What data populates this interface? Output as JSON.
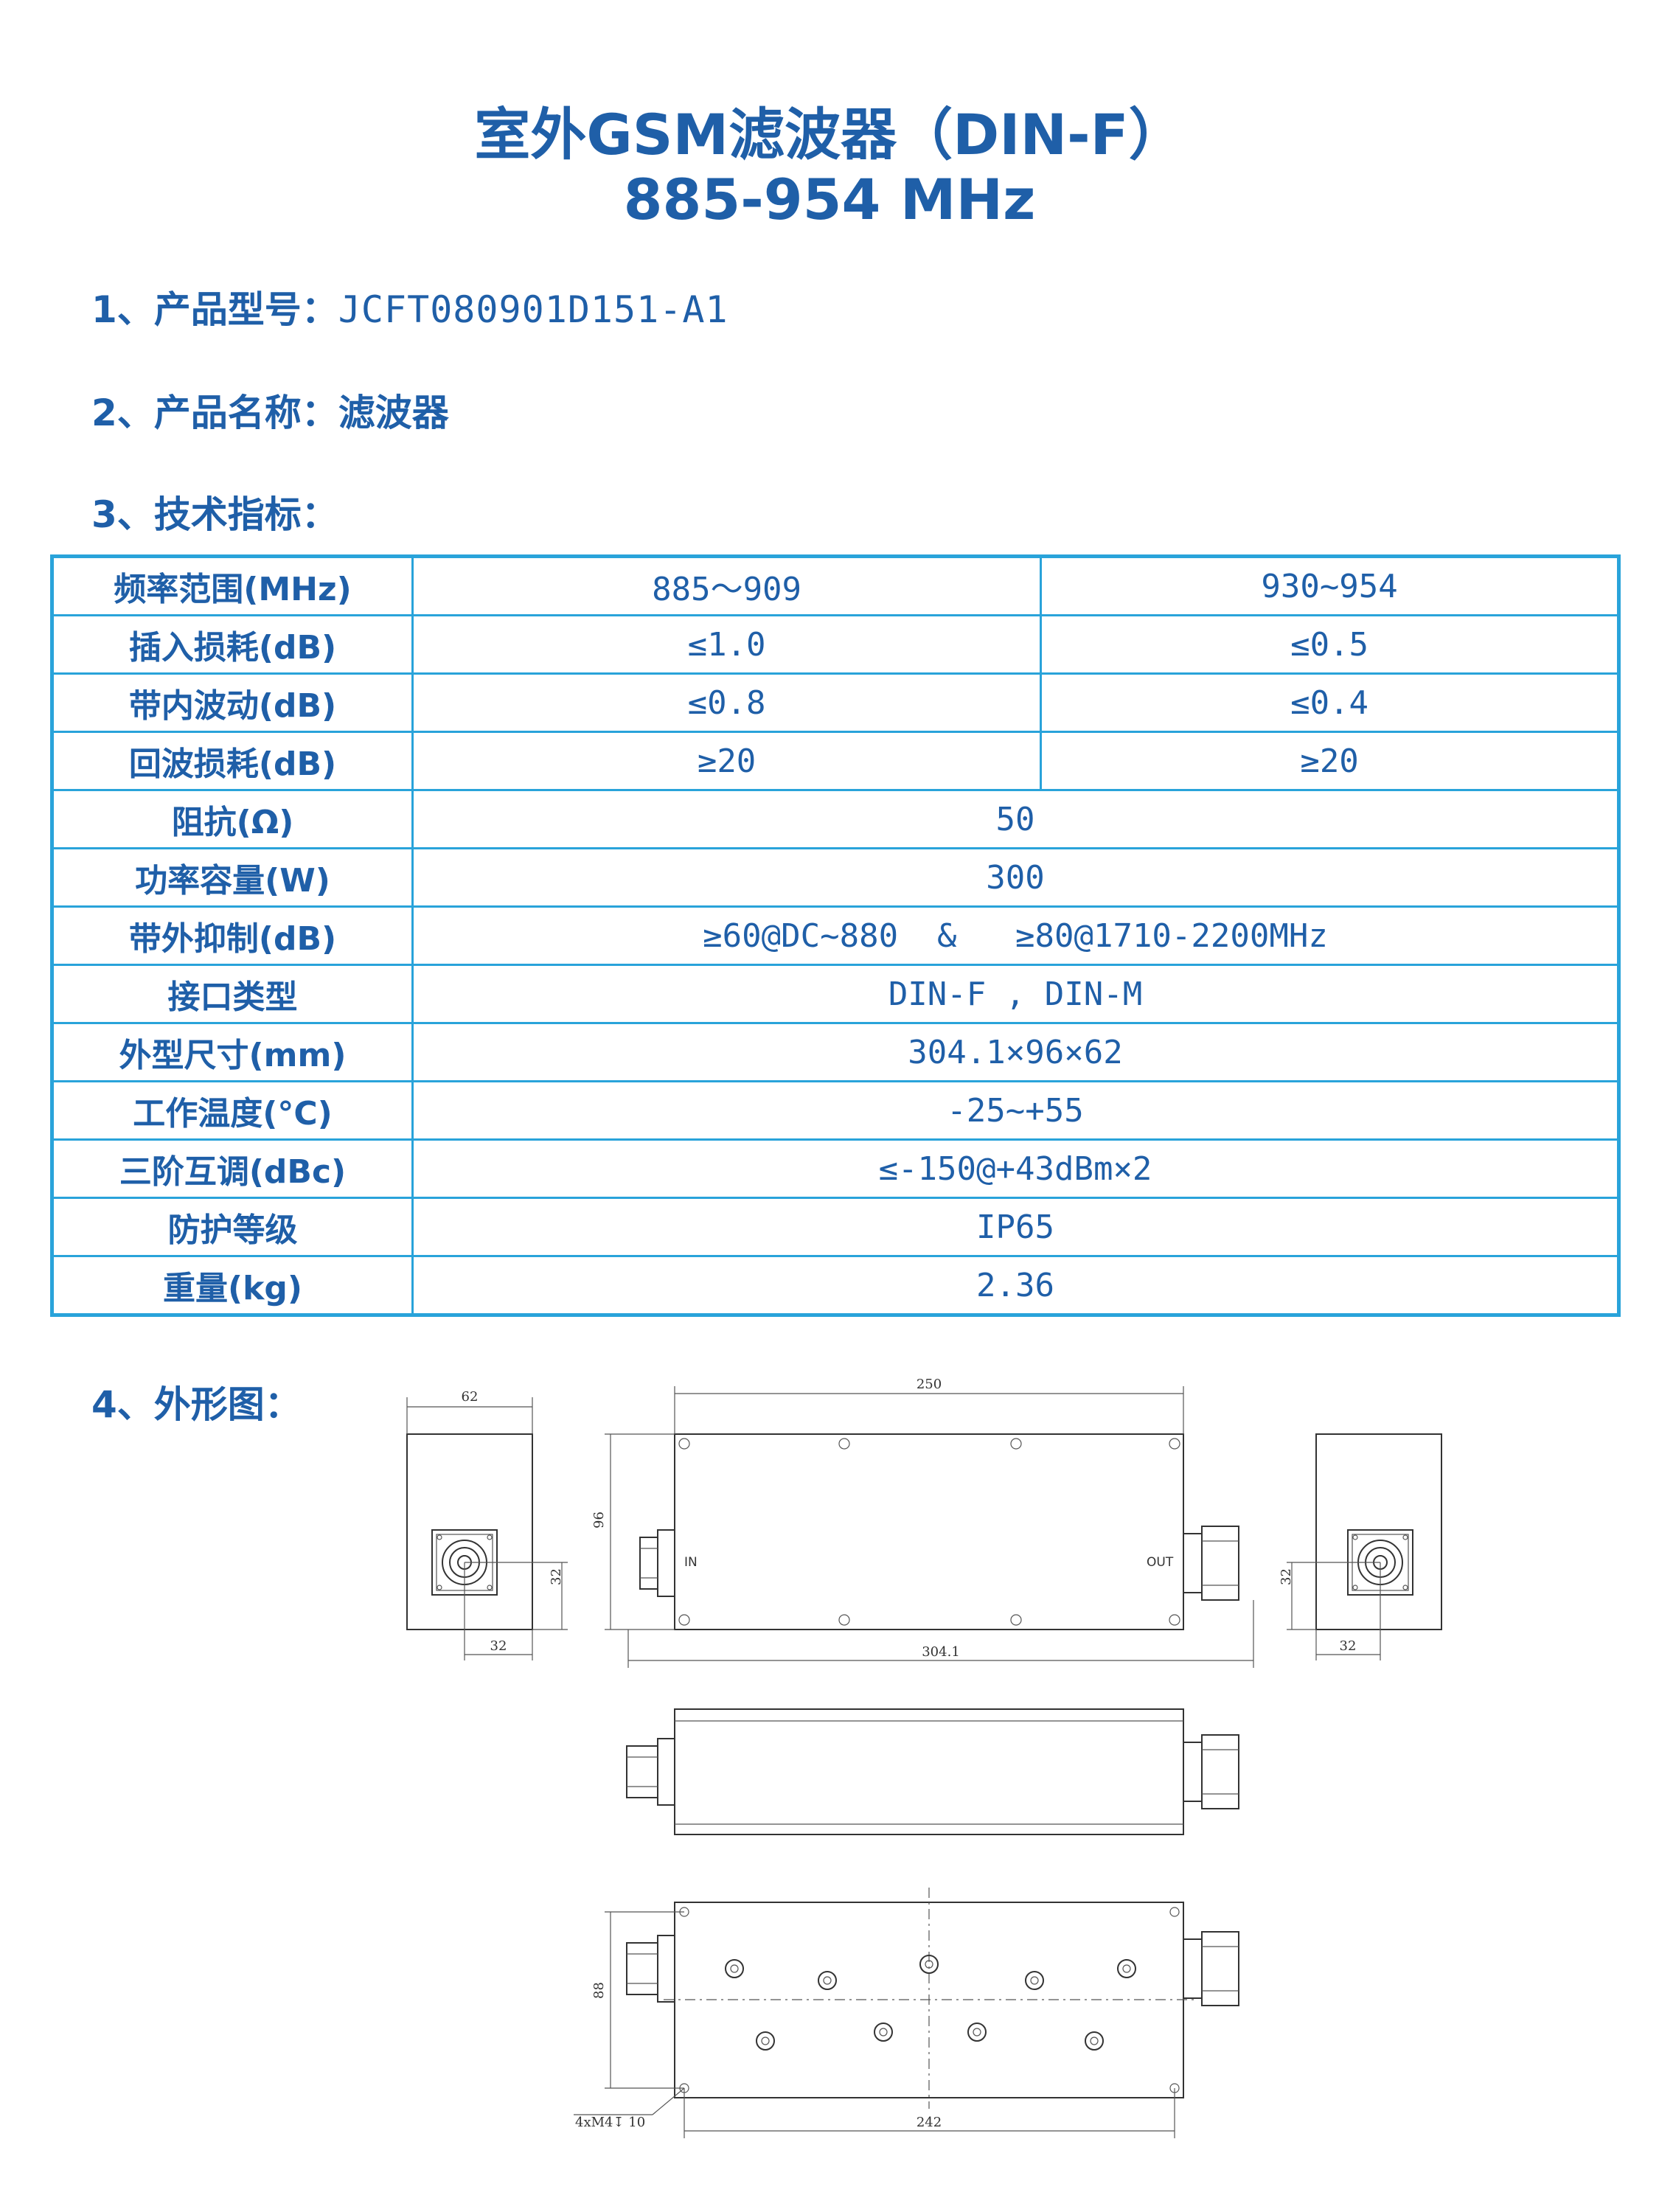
{
  "title": {
    "line1": "室外GSM滤波器（DIN-F）",
    "line2": "885-954 MHz"
  },
  "sections": {
    "model_label": "1、产品型号：",
    "model_value": "JCFT080901D151-A1",
    "name_label": "2、产品名称：",
    "name_value": "滤波器",
    "spec_label": "3、技术指标：",
    "drawing_label": "4、外形图："
  },
  "spec": {
    "freq": {
      "label": "频率范围(MHz)",
      "a": "885～909",
      "b": "930~954"
    },
    "il": {
      "label": "插入损耗(dB)",
      "a": "≤1.0",
      "b": "≤0.5"
    },
    "ripple": {
      "label": "带内波动(dB)",
      "a": "≤0.8",
      "b": "≤0.4"
    },
    "rl": {
      "label": "回波损耗(dB)",
      "a": "≥20",
      "b": "≥20"
    },
    "imp": {
      "label": "阻抗(Ω)",
      "v": "50"
    },
    "power": {
      "label": "功率容量(W)",
      "v": "300"
    },
    "rej": {
      "label": "带外抑制(dB)",
      "v": "≥60@DC~880  &   ≥80@1710-2200MHz"
    },
    "iface": {
      "label": "接口类型",
      "v": "DIN-F , DIN-M"
    },
    "size": {
      "label": "外型尺寸(mm)",
      "v": "304.1×96×62"
    },
    "temp": {
      "label": "工作温度(°C)",
      "v": "-25~+55"
    },
    "im3": {
      "label": "三阶互调(dBc)",
      "v": "≤-150@+43dBm×2"
    },
    "ip": {
      "label": "防护等级",
      "v": "IP65"
    },
    "weight": {
      "label": "重量(kg)",
      "v": "2.36"
    }
  },
  "drawing": {
    "dims": {
      "d62": "62",
      "d32a": "32",
      "d32b": "32",
      "d32c": "32",
      "d32d": "32",
      "d250": "250",
      "d96": "96",
      "d304": "304.1",
      "d88": "88",
      "d242": "242",
      "hole": "4xM4↧ 10"
    },
    "labels": {
      "in": "IN",
      "out": "OUT"
    }
  }
}
